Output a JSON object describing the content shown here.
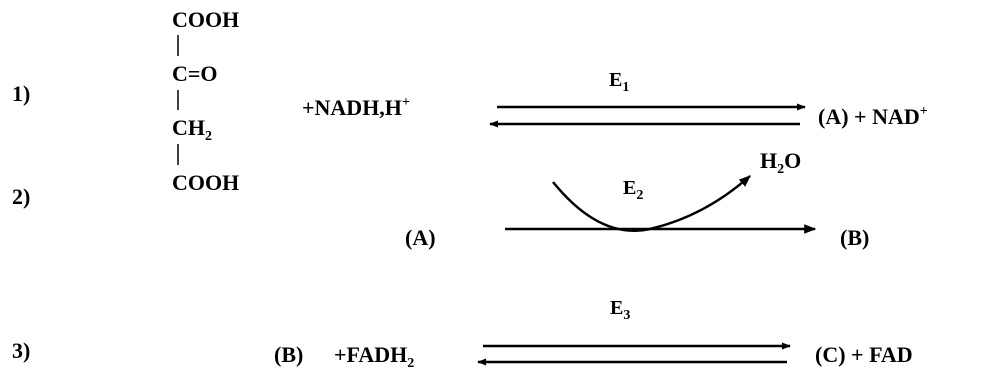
{
  "reactions": {
    "r1": {
      "number": "1)",
      "substrate": {
        "line1": "COOH",
        "line2": "C=O",
        "line3_main": "CH",
        "line3_sub": "2",
        "line4": "COOH"
      },
      "cofactor_main": "+NADH,H",
      "cofactor_sup": "+",
      "enzyme_main": "E",
      "enzyme_sub": "1",
      "product_main": "(A) + NAD",
      "product_sup": "+"
    },
    "r2": {
      "number": "2)",
      "substrate": "(A)",
      "enzyme_main": "E",
      "enzyme_sub": "2",
      "byproduct_h": "H",
      "byproduct_sub": "2",
      "byproduct_o": "O",
      "product": "(B)"
    },
    "r3": {
      "number": "3)",
      "substrate": "(B)",
      "cofactor_main": "+FADH",
      "cofactor_sub": "2",
      "enzyme_main": "E",
      "enzyme_sub": "3",
      "product": "(C) + FAD"
    }
  },
  "colors": {
    "ink": "#000000",
    "background": "#ffffff"
  }
}
